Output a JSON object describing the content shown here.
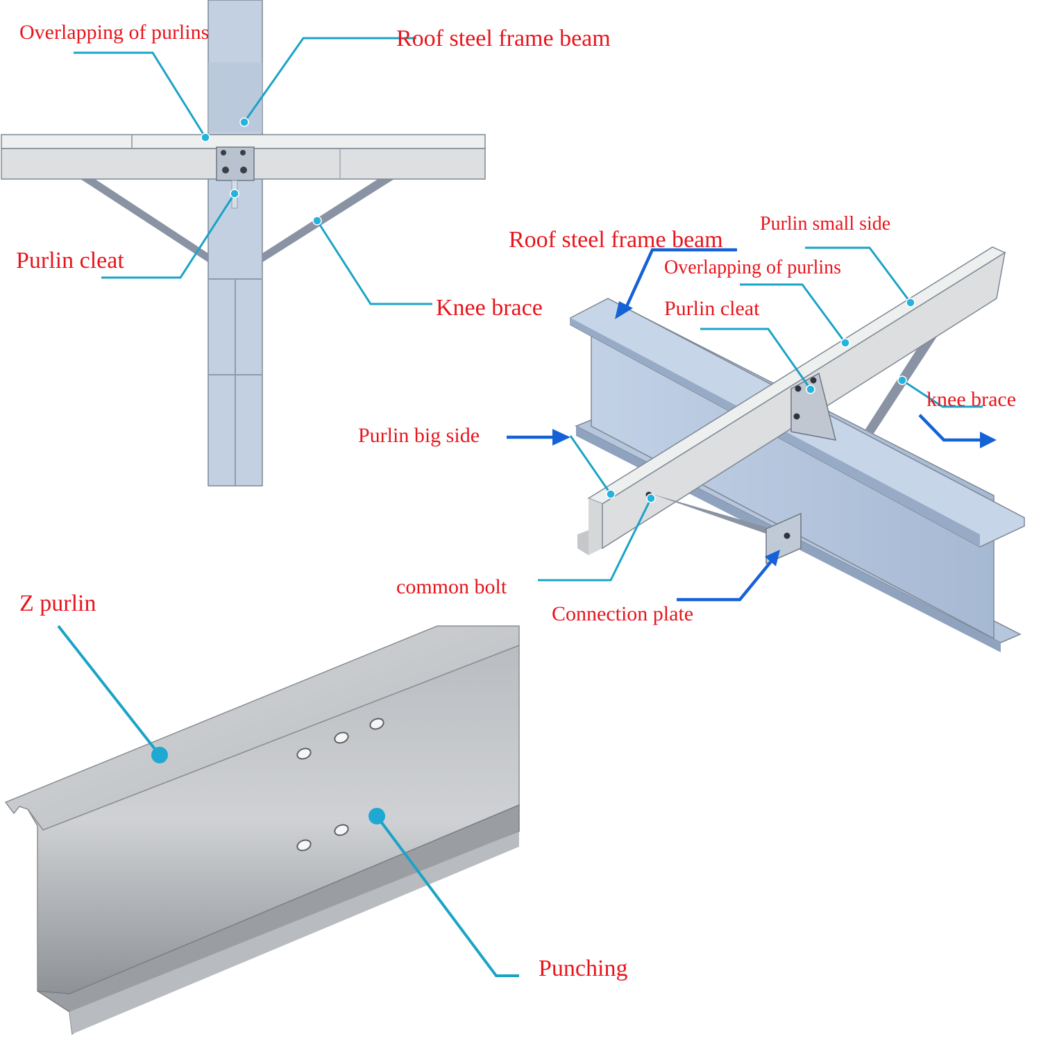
{
  "views": {
    "front": {
      "overlapping_of_purlins": "Overlapping of purlins",
      "roof_steel_frame_beam": "Roof steel frame beam",
      "purlin_cleat": "Purlin cleat",
      "knee_brace": "Knee brace"
    },
    "isometric": {
      "roof_steel_frame_beam": "Roof steel frame beam",
      "purlin_small_side": "Purlin  small side",
      "overlapping_of_purlins": "Overlapping of purlins",
      "purlin_cleat": "Purlin cleat",
      "knee_brace": "knee brace",
      "purlin_big_side": "Purlin big side",
      "common_bolt": "common bolt",
      "connection_plate": "Connection plate"
    },
    "z_purlin": {
      "z_purlin": "Z purlin",
      "punching": "Punching"
    }
  },
  "colors": {
    "label_text": "#e8141c",
    "leader_line": "#1ba3c6",
    "arrow": "#1561d6",
    "steel_light": "#c9d6e6",
    "steel_mid": "#a9bdd6",
    "purlin_grey": "#d9dadc",
    "brace_grey": "#8a93a3"
  }
}
